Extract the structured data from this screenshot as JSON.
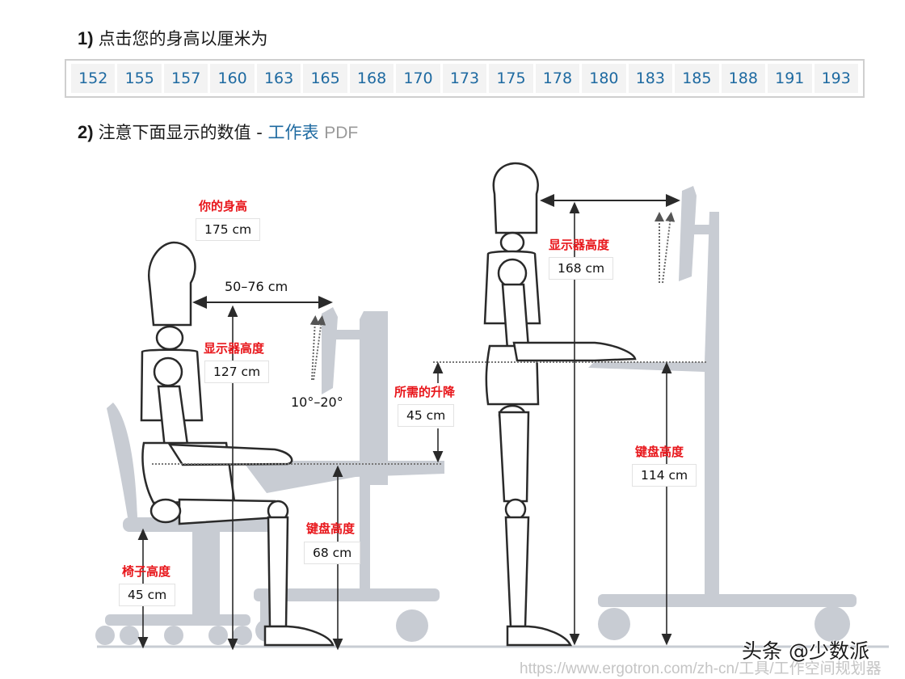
{
  "step1": {
    "number": "1)",
    "title": "点击您的身高以厘米为",
    "heights_cm": [
      "152",
      "155",
      "157",
      "160",
      "163",
      "165",
      "168",
      "170",
      "173",
      "175",
      "178",
      "180",
      "183",
      "185",
      "188",
      "191",
      "193"
    ]
  },
  "step2": {
    "number": "2)",
    "title": "注意下面显示的数值 -",
    "worksheet_link": "工作表",
    "pdf_link": "PDF"
  },
  "seated": {
    "your_height_label": "你的身高",
    "your_height_value": "175 cm",
    "eye_distance": "50–76 cm",
    "monitor_height_label": "显示器高度",
    "monitor_height_value": "127 cm",
    "monitor_tilt": "10°–20°",
    "keyboard_height_label": "键盘高度",
    "keyboard_height_value": "68 cm",
    "chair_height_label": "椅子高度",
    "chair_height_value": "45 cm"
  },
  "transition": {
    "lift_label": "所需的升降",
    "lift_value": "45 cm"
  },
  "standing": {
    "monitor_height_label": "显示器高度",
    "monitor_height_value": "168 cm",
    "keyboard_height_label": "键盘高度",
    "keyboard_height_value": "114 cm"
  },
  "footer": {
    "watermark": "头条 @少数派",
    "source_url": "https://www.ergotron.com/zh-cn/工具/工作空间规划器"
  },
  "colors": {
    "link_blue": "#1e6aa1",
    "label_red": "#e8161b",
    "furniture_gray": "#c8ccd3",
    "outline": "#2a2a2a"
  }
}
